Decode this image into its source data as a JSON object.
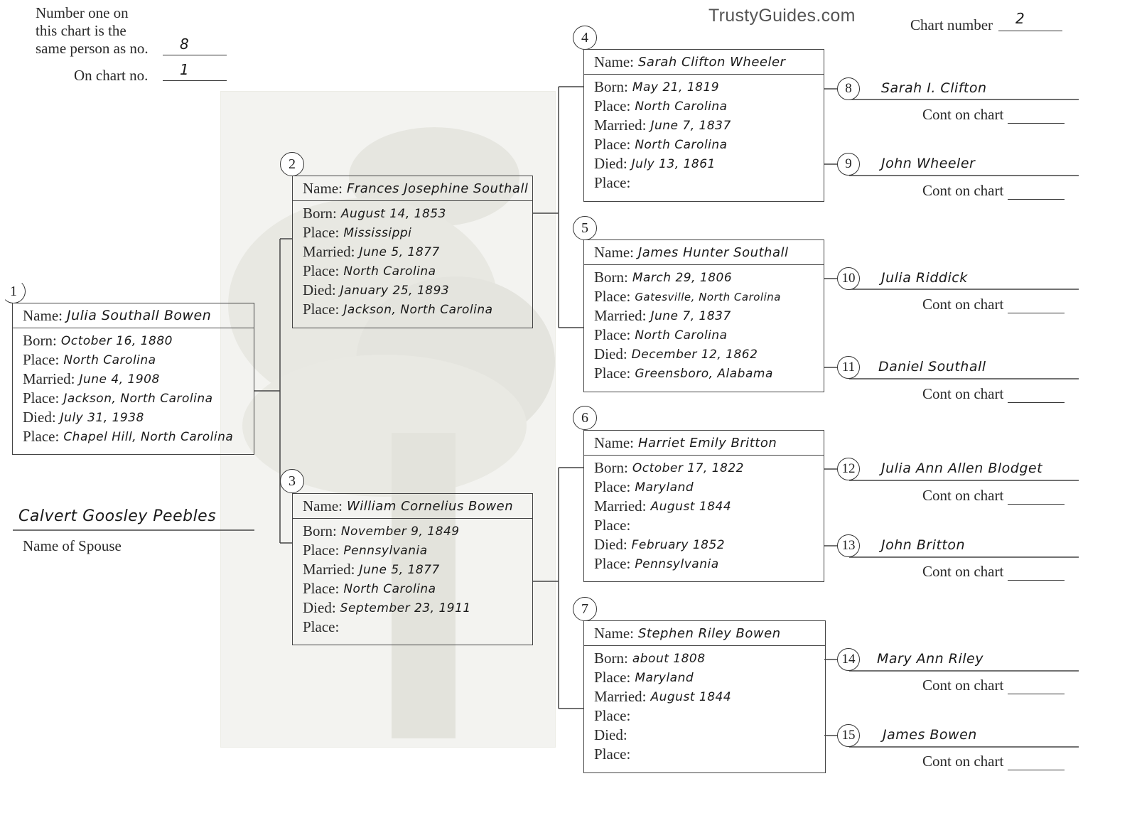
{
  "header": {
    "same_person_line1": "Number one on",
    "same_person_line2": "this chart is the",
    "same_person_line3": "same person as no.",
    "same_person_value": "8",
    "on_chart_label": "On chart no.",
    "on_chart_value": "1",
    "site": "TrustyGuides.com",
    "chart_number_label": "Chart number",
    "chart_number_value": "2"
  },
  "labels": {
    "name": "Name:",
    "born": "Born:",
    "place": "Place:",
    "married": "Married:",
    "died": "Died:",
    "cont_on_chart": "Cont on chart",
    "name_of_spouse": "Name of Spouse"
  },
  "spouse": {
    "name": "Calvert Goosley Peebles"
  },
  "persons": [
    {
      "num": "1",
      "name": "Julia Southall Bowen",
      "born": "October 16, 1880",
      "born_place": "North Carolina",
      "married": "June 4, 1908",
      "married_place": "Jackson, North Carolina",
      "died": "July 31, 1938",
      "died_place": "Chapel Hill, North Carolina"
    },
    {
      "num": "2",
      "name": "Frances Josephine Southall",
      "born": "August 14, 1853",
      "born_place": "Mississippi",
      "married": "June 5, 1877",
      "married_place": "North Carolina",
      "died": "January 25, 1893",
      "died_place": "Jackson, North Carolina"
    },
    {
      "num": "3",
      "name": "William Cornelius Bowen",
      "born": "November 9, 1849",
      "born_place": "Pennsylvania",
      "married": "June 5, 1877",
      "married_place": "North Carolina",
      "died": "September 23, 1911",
      "died_place": ""
    },
    {
      "num": "4",
      "name": "Sarah Clifton Wheeler",
      "born": "May 21, 1819",
      "born_place": "North Carolina",
      "married": "June 7, 1837",
      "married_place": "North Carolina",
      "died": "July 13, 1861",
      "died_place": ""
    },
    {
      "num": "5",
      "name": "James Hunter Southall",
      "born": "March 29, 1806",
      "born_place": "Gatesville, North Carolina",
      "married": "June 7, 1837",
      "married_place": "North Carolina",
      "died": "December 12, 1862",
      "died_place": "Greensboro, Alabama"
    },
    {
      "num": "6",
      "name": "Harriet Emily Britton",
      "born": "October 17, 1822",
      "born_place": "Maryland",
      "married": "August 1844",
      "married_place": "",
      "died": "February 1852",
      "died_place": "Pennsylvania"
    },
    {
      "num": "7",
      "name": "Stephen Riley Bowen",
      "born": "about 1808",
      "born_place": "Maryland",
      "married": "August 1844",
      "married_place": "",
      "died": "",
      "died_place": ""
    }
  ],
  "ancestors": [
    {
      "num": "8",
      "name": "Sarah I. Clifton"
    },
    {
      "num": "9",
      "name": "John Wheeler"
    },
    {
      "num": "10",
      "name": "Julia Riddick"
    },
    {
      "num": "11",
      "name": "Daniel Southall"
    },
    {
      "num": "12",
      "name": "Julia Ann Allen Blodget"
    },
    {
      "num": "13",
      "name": "John Britton"
    },
    {
      "num": "14",
      "name": "Mary Ann Riley"
    },
    {
      "num": "15",
      "name": "James Bowen"
    }
  ]
}
